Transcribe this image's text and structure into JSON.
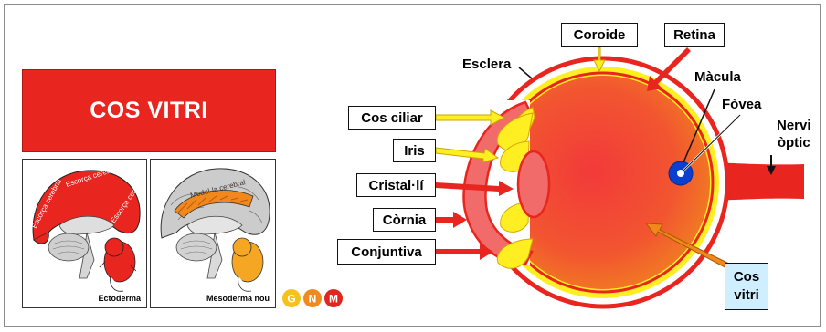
{
  "title": "COS VITRI",
  "panels": {
    "ectoderm": {
      "caption": "Ectoderma",
      "labels": [
        "Escorça cerebral",
        "Escorça cerebral",
        "Escorça cerebral"
      ]
    },
    "mesoderm": {
      "caption": "Mesoderma nou",
      "labels": [
        "Medul·la cerebral"
      ]
    }
  },
  "logo": {
    "letters": [
      "G",
      "N",
      "M"
    ],
    "colors": [
      "#f6c21a",
      "#f08a1f",
      "#e0261f"
    ]
  },
  "eye_labels": {
    "coroide": "Coroide",
    "retina": "Retina",
    "esclera": "Esclera",
    "macula": "Màcula",
    "fovea": "Fòvea",
    "nervi_line1": "Nervi",
    "nervi_line2": "òptic",
    "cos_ciliar": "Cos ciliar",
    "iris": "Iris",
    "cristalli": "Cristal·lí",
    "cornia": "Còrnia",
    "conjuntiva": "Conjuntiva",
    "cos_vitri_line1": "Cos",
    "cos_vitri_line2": "vitri"
  },
  "colors": {
    "red": "#e8251f",
    "yellow": "#ffee22",
    "orange": "#f0881e",
    "blue": "#0b3fd0",
    "light_blue": "#cfeeff"
  }
}
